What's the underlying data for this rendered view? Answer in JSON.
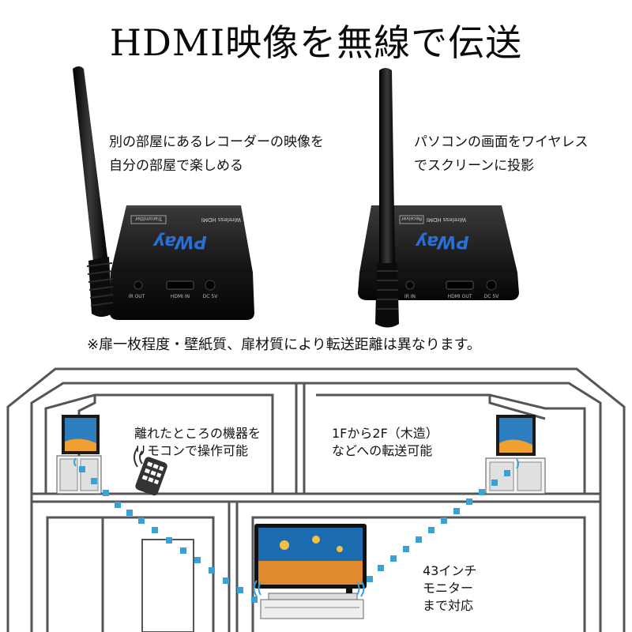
{
  "title": "HDMI映像を無線で伝送",
  "captions": {
    "left": [
      "別の部屋にあるレコーダーの映像を",
      "自分の部屋で楽しめる"
    ],
    "right": [
      "パソコンの画面をワイヤレス",
      "でスクリーンに投影"
    ]
  },
  "devices": {
    "transmitter": {
      "brand": "PWay",
      "label": "Wireless HDMI",
      "badge": "Transmitter",
      "ports": [
        "IR OUT",
        "HDMI IN",
        "DC 5V"
      ]
    },
    "receiver": {
      "brand": "PWay",
      "label": "Wireless HDMI",
      "badge": "Receiver",
      "ports": [
        "IR IN",
        "HDMI OUT",
        "DC 5V"
      ]
    }
  },
  "note": "※扉一枚程度・壁紙質、扉材質により転送距離は異なります。",
  "diagram": {
    "left_room": [
      "離れたところの機器を",
      "リモコンで操作可能"
    ],
    "right_room": [
      "1Fから2F（木造）",
      "などへの転送可能"
    ],
    "tv_label": [
      "43インチ",
      "モニター",
      "まで対応"
    ]
  },
  "colors": {
    "signal_dots": "#3aa0d8",
    "device_body": "#1c1c1c",
    "brand_blue": "#2a6fd6"
  }
}
